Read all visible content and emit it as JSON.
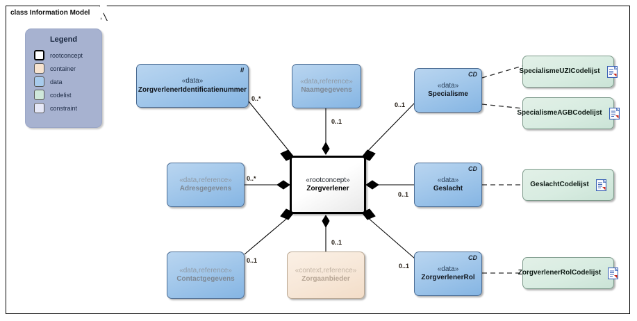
{
  "diagram": {
    "title": "class Information Model",
    "legend": {
      "title": "Legend",
      "items": [
        {
          "label": "rootconcept",
          "color": "#ffffff"
        },
        {
          "label": "container",
          "color": "#f7e3cf"
        },
        {
          "label": "data",
          "color": "#a8cbec"
        },
        {
          "label": "codelist",
          "color": "#cfe8da"
        },
        {
          "label": "constraint",
          "color": "#e6e8f7"
        }
      ],
      "panel_color": "#a7b2d0"
    },
    "nodes": {
      "zorgverlener_id": {
        "stereotype": "«data»",
        "name": "ZorgverlenerIdentificatienummer",
        "corner": "II"
      },
      "naamgegevens": {
        "stereotype": "«data,reference»",
        "name": "Naamgegevens",
        "corner": ""
      },
      "specialisme": {
        "stereotype": "«data»",
        "name": "Specialisme",
        "corner": "CD"
      },
      "adresgegevens": {
        "stereotype": "«data,reference»",
        "name": "Adresgegevens",
        "corner": ""
      },
      "zorgverlener": {
        "stereotype": "«rootconcept»",
        "name": "Zorgverlener",
        "corner": ""
      },
      "geslacht": {
        "stereotype": "«data»",
        "name": "Geslacht",
        "corner": "CD"
      },
      "contactgegevens": {
        "stereotype": "«data,reference»",
        "name": "Contactgegevens",
        "corner": ""
      },
      "zorgaanbieder": {
        "stereotype": "«context,reference»",
        "name": "Zorgaanbieder",
        "corner": ""
      },
      "zorgverlenerrol": {
        "stereotype": "«data»",
        "name": "ZorgverlenerRol",
        "corner": "CD"
      },
      "specialisme_uzi_codelijst": {
        "name": "SpecialismeUZICodelijst"
      },
      "specialisme_agb_codelijst": {
        "name": "SpecialismeAGBCodelijst"
      },
      "geslacht_codelijst": {
        "name": "GeslachtCodelijst"
      },
      "zorgverlenerrol_codelijst": {
        "name": "ZorgverlenerRolCodelijst"
      }
    },
    "multiplicities": {
      "zorgverlener_id": "0..*",
      "naamgegevens": "0..1",
      "specialisme": "0..1",
      "adresgegevens": "0..*",
      "geslacht": "0..1",
      "contactgegevens": "0..1",
      "zorgaanbieder": "0..1",
      "zorgverlenerrol": "0..1"
    },
    "icons": {
      "codelist_doc": "document-icon"
    }
  }
}
